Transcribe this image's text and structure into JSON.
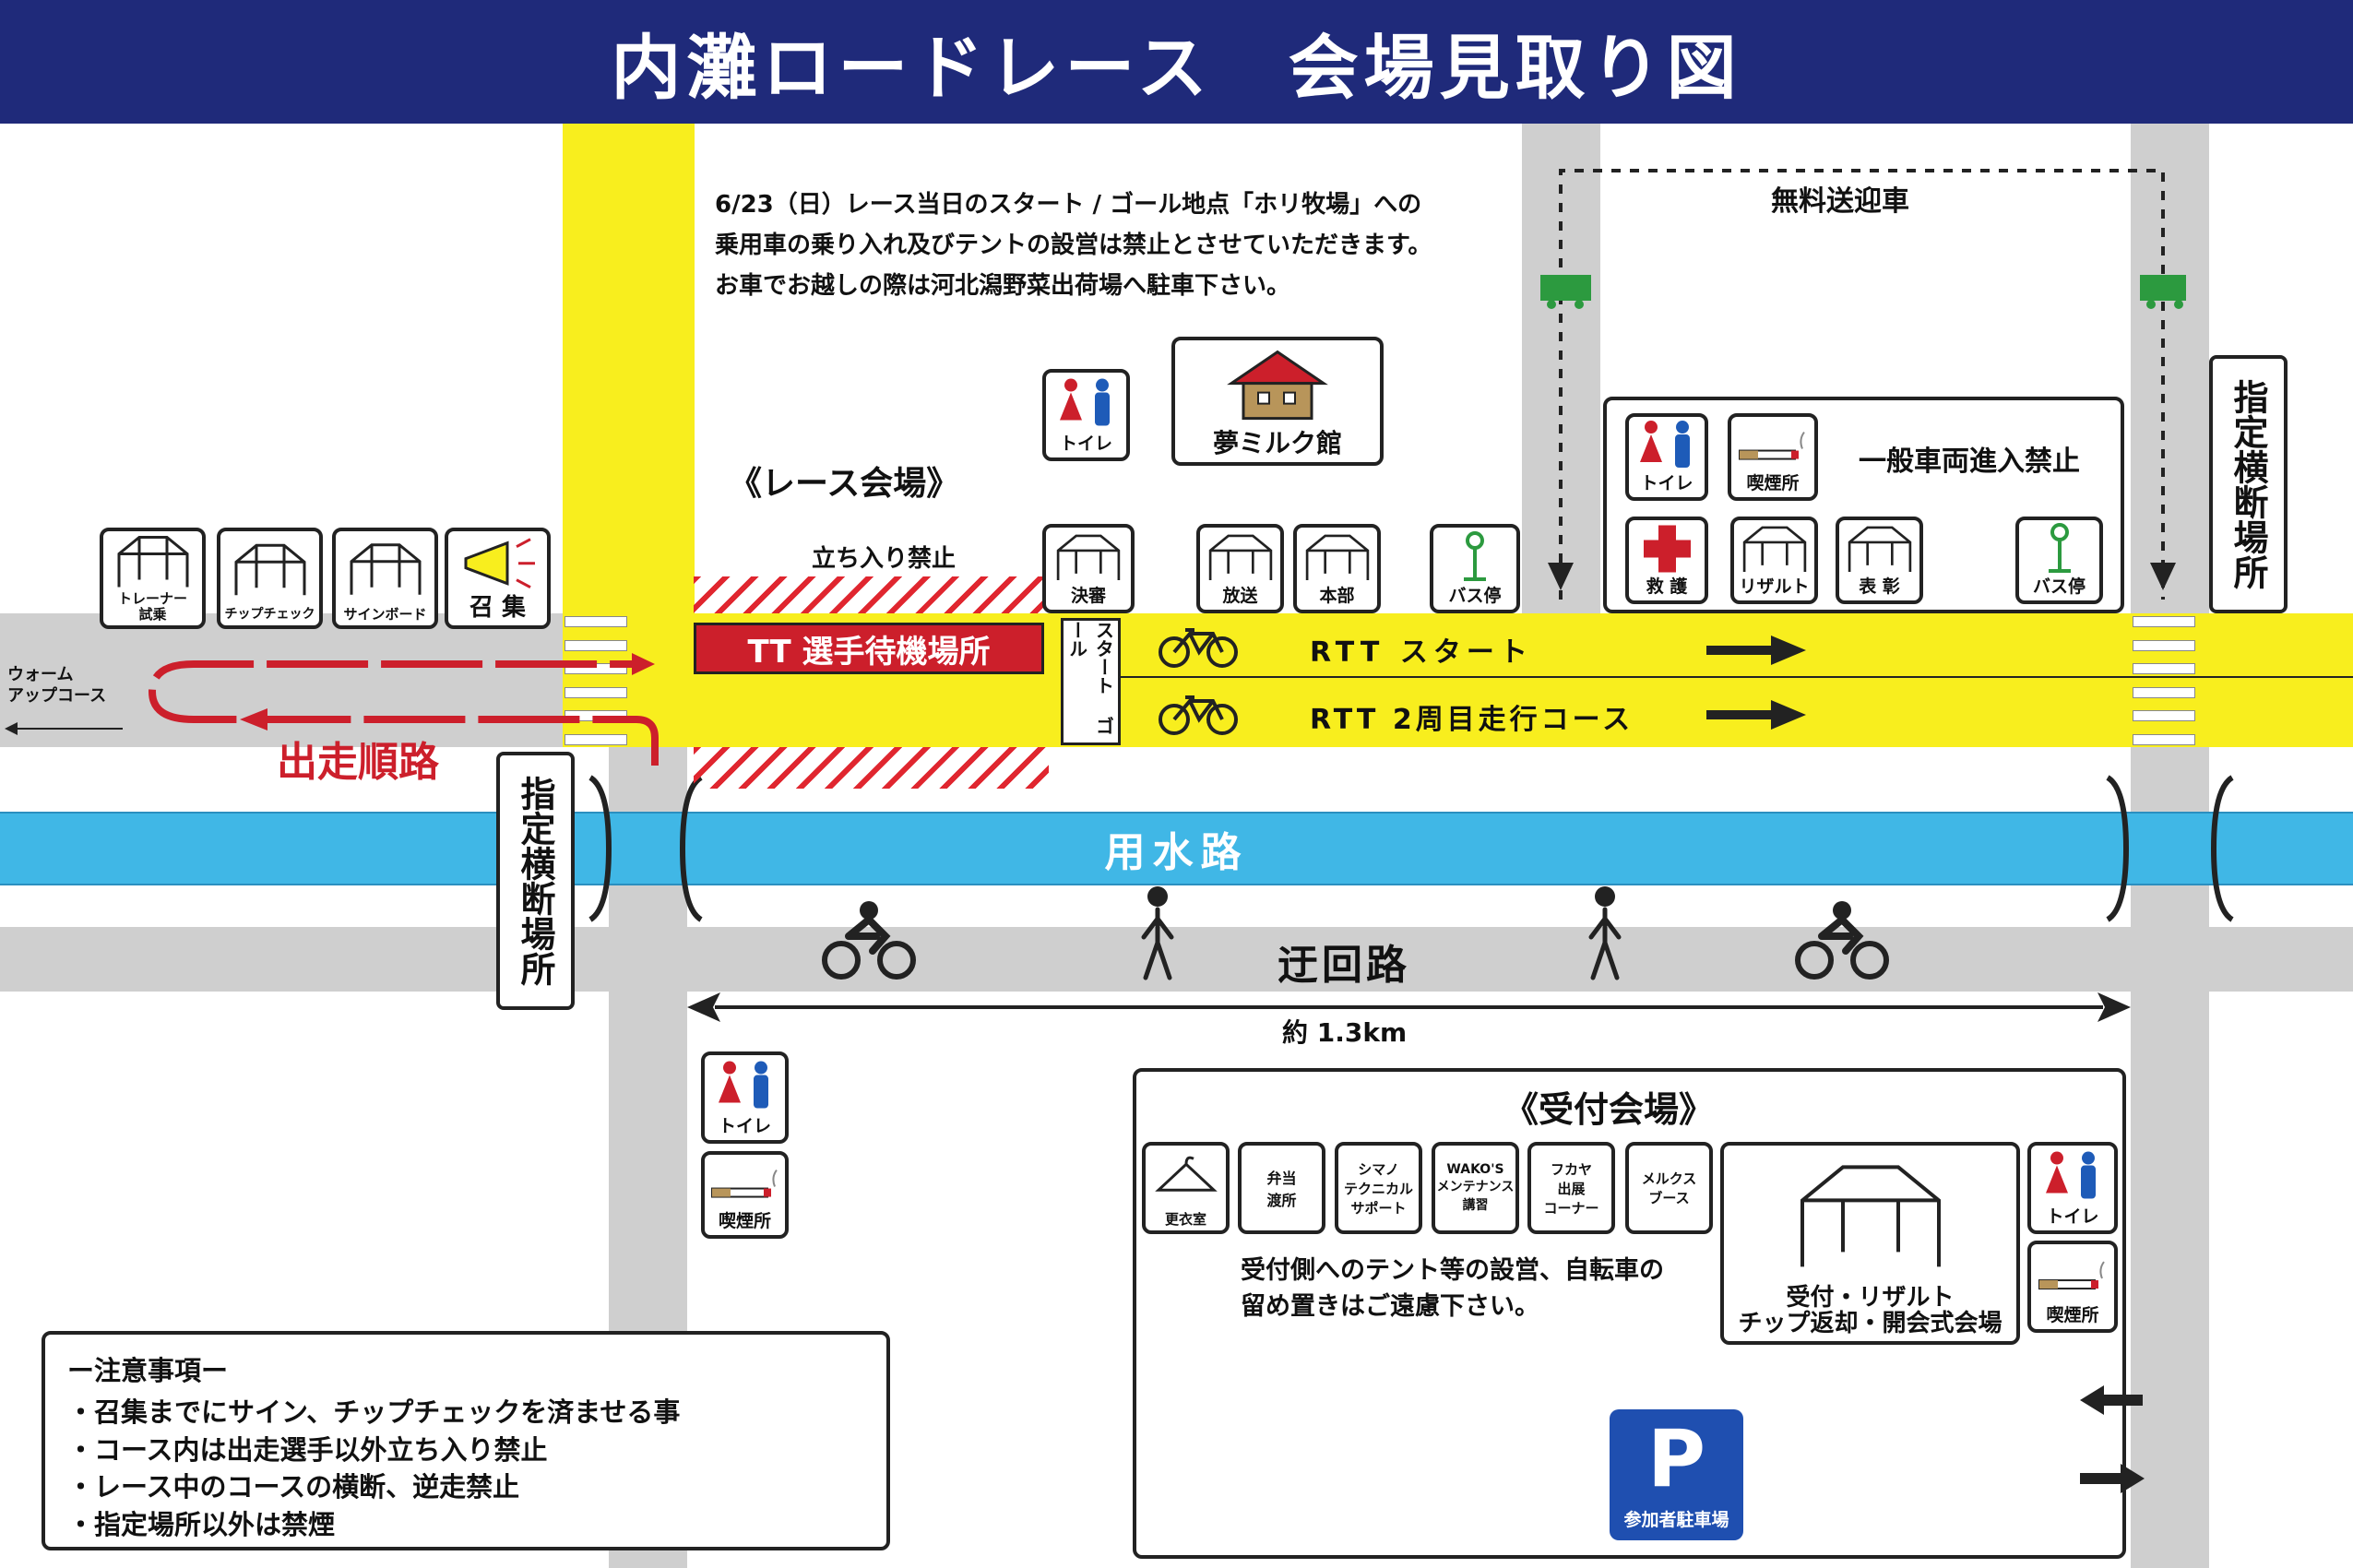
{
  "title": "内灘ロードレース　会場見取り図",
  "notice": [
    "6/23（日）レース当日のスタート / ゴール地点「ホリ牧場」への",
    "乗用車の乗り入れ及びテントの設営は禁止とさせていただきます。",
    "お車でお越しの際は河北潟野菜出荷場へ駐車下さい。"
  ],
  "shuttle": "無料送迎車",
  "race_venue": "《レース会場》",
  "no_entry": "立ち入り禁止",
  "tt_wait": "TT 選手待機場所",
  "start_goal": "スタート ゴール",
  "rtt_start": "RTT スタート",
  "rtt_lap2": "RTT  2周目走行コース",
  "start_order": "出走順路",
  "warmup": "ウォーム\nアップコース",
  "canal": "用水路",
  "detour": "迂回路",
  "distance": "約 1.3km",
  "crossing": "指定横断場所",
  "milk_hall": "夢ミルク館",
  "general_no_entry": "一般車両進入禁止",
  "labels": {
    "toilet": "トイレ",
    "smoking": "喫煙所",
    "bus": "バス停",
    "kessin": "決審",
    "broadcast": "放送",
    "hq": "本部",
    "rescue": "救 護",
    "result": "リザルト",
    "award": "表 彰",
    "trainer": "トレーナー\n試乗",
    "chipcheck": "チップチェック",
    "signboard": "サインボード",
    "call": "召 集"
  },
  "reception": {
    "title": "《受付会場》",
    "booths": [
      "更衣室",
      "弁当\n渡所",
      "シマノ\nテクニカル\nサポート",
      "WAKO'S\nメンテナンス\n講習",
      "フカヤ\n出展\nコーナー",
      "メルクス\nブース"
    ],
    "main": "受付・リザルト\nチップ返却・開会式会場",
    "note": "受付側へのテント等の設営、自転車の\n留め置きはご遠慮下さい。",
    "parking_letter": "P",
    "parking": "参加者駐車場"
  },
  "caution": {
    "title": "ー注意事項ー",
    "items": [
      "・召集までにサイン、チップチェックを済ませる事",
      "・コース内は出走選手以外立ち入り禁止",
      "・レース中のコースの横断、逆走禁止",
      "・指定場所以外は禁煙"
    ]
  },
  "colors": {
    "header": "#1f2a7a",
    "yellow": "#f8ee1e",
    "red": "#cc1f2b",
    "canal": "#40b7e6",
    "road": "#cfcfcf"
  }
}
